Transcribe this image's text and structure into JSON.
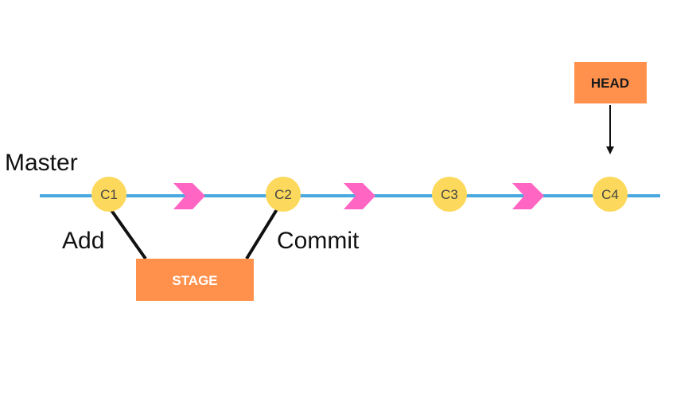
{
  "branch": {
    "label": "Master"
  },
  "commits": [
    {
      "label": "C1"
    },
    {
      "label": "C2"
    },
    {
      "label": "C3"
    },
    {
      "label": "C4"
    }
  ],
  "pointer": {
    "label": "HEAD"
  },
  "stage": {
    "label": "STAGE"
  },
  "actions": {
    "add": "Add",
    "commit": "Commit"
  },
  "colors": {
    "line": "#4aa8e0",
    "commit_fill": "#fcd95c",
    "arrow": "#ff66c4",
    "box": "#ff914d",
    "connector": "#111111"
  }
}
